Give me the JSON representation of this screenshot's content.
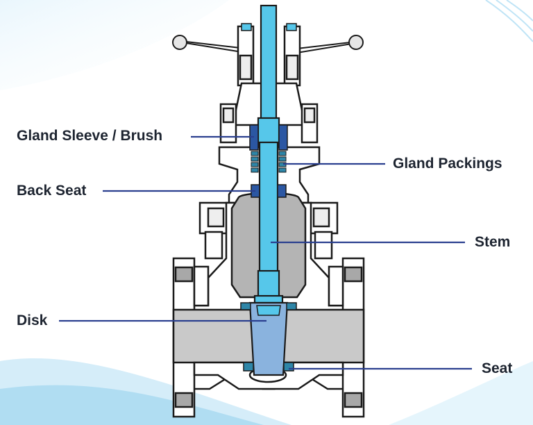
{
  "labels": {
    "gland_sleeve": "Gland Sleeve / Brush",
    "back_seat": "Back Seat",
    "disk": "Disk",
    "gland_packings": "Gland Packings",
    "stem": "Stem",
    "seat": "Seat"
  },
  "colors": {
    "background_tint": "#d6eefa",
    "outline": "#1a1a1a",
    "body_fill": "#ffffff",
    "cavity_fill": "#b4b4b4",
    "stem_fill": "#56c7ea",
    "disk_fill": "#8ab3de",
    "seal_fill": "#2e86a8",
    "sleeve_fill": "#2b57a3",
    "leader_line": "#2a3f8f"
  },
  "icons": [
    "handwheel-icon",
    "valve-cross-section"
  ]
}
